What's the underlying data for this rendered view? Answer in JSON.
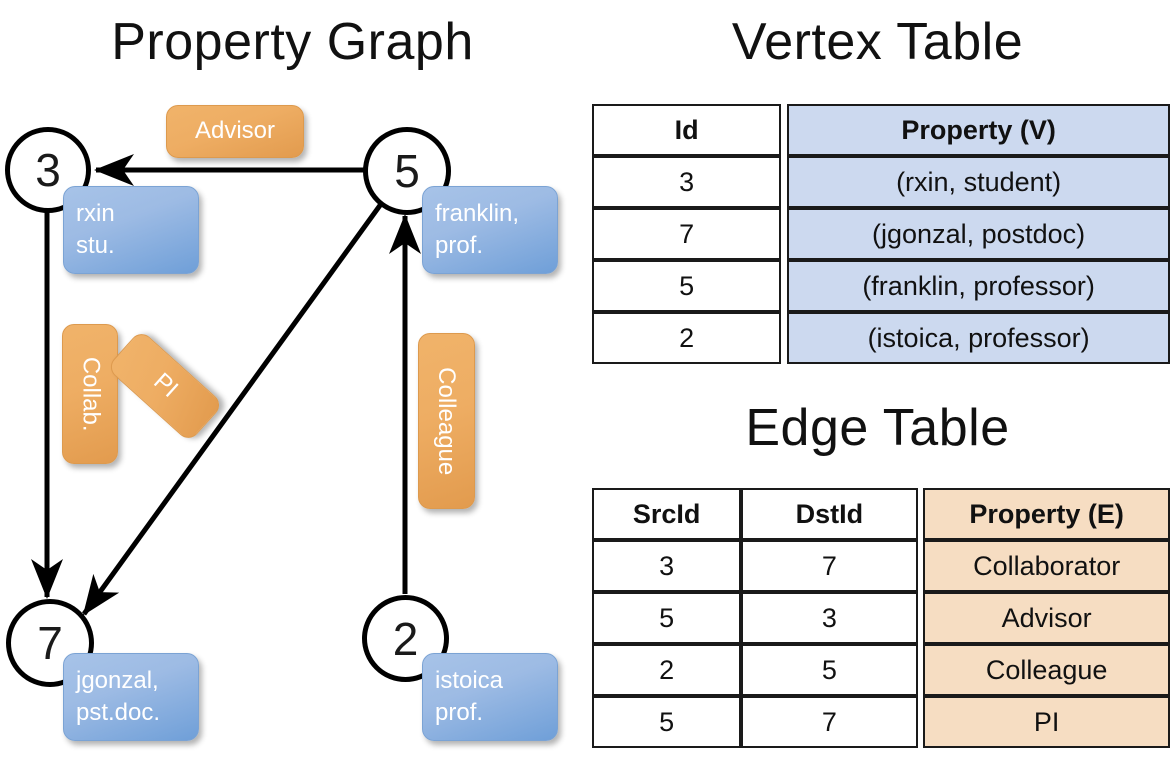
{
  "titles": {
    "property_graph": "Property Graph",
    "vertex_table": "Vertex Table",
    "edge_table": "Edge Table"
  },
  "graph": {
    "nodes": [
      {
        "id": "3",
        "label": "3",
        "property_lines": [
          "rxin",
          "stu."
        ]
      },
      {
        "id": "5",
        "label": "5",
        "property_lines": [
          "franklin,",
          "prof."
        ]
      },
      {
        "id": "7",
        "label": "7",
        "property_lines": [
          "jgonzal,",
          "pst.doc."
        ]
      },
      {
        "id": "2",
        "label": "2",
        "property_lines": [
          "istoica",
          "prof."
        ]
      }
    ],
    "edge_labels": [
      {
        "name": "advisor",
        "text": "Advisor"
      },
      {
        "name": "collab",
        "text": "Collab."
      },
      {
        "name": "pi",
        "text": "PI"
      },
      {
        "name": "colleague",
        "text": "Colleague"
      }
    ]
  },
  "vertex_table": {
    "headers": [
      "Id",
      "Property (V)"
    ],
    "rows": [
      {
        "id": "3",
        "property": "(rxin, student)"
      },
      {
        "id": "7",
        "property": "(jgonzal, postdoc)"
      },
      {
        "id": "5",
        "property": "(franklin, professor)"
      },
      {
        "id": "2",
        "property": "(istoica, professor)"
      }
    ]
  },
  "edge_table": {
    "headers": [
      "SrcId",
      "DstId",
      "Property (E)"
    ],
    "rows": [
      {
        "src": "3",
        "dst": "7",
        "property": "Collaborator"
      },
      {
        "src": "5",
        "dst": "3",
        "property": "Advisor"
      },
      {
        "src": "2",
        "dst": "5",
        "property": "Colleague"
      },
      {
        "src": "5",
        "dst": "7",
        "property": "PI"
      }
    ]
  },
  "colors": {
    "vertex_accent": "#ccd9ef",
    "edge_accent": "#f6ddc2",
    "node_box_blue": "#8cb0de",
    "edge_box_orange": "#eead63",
    "stroke": "#000000"
  }
}
